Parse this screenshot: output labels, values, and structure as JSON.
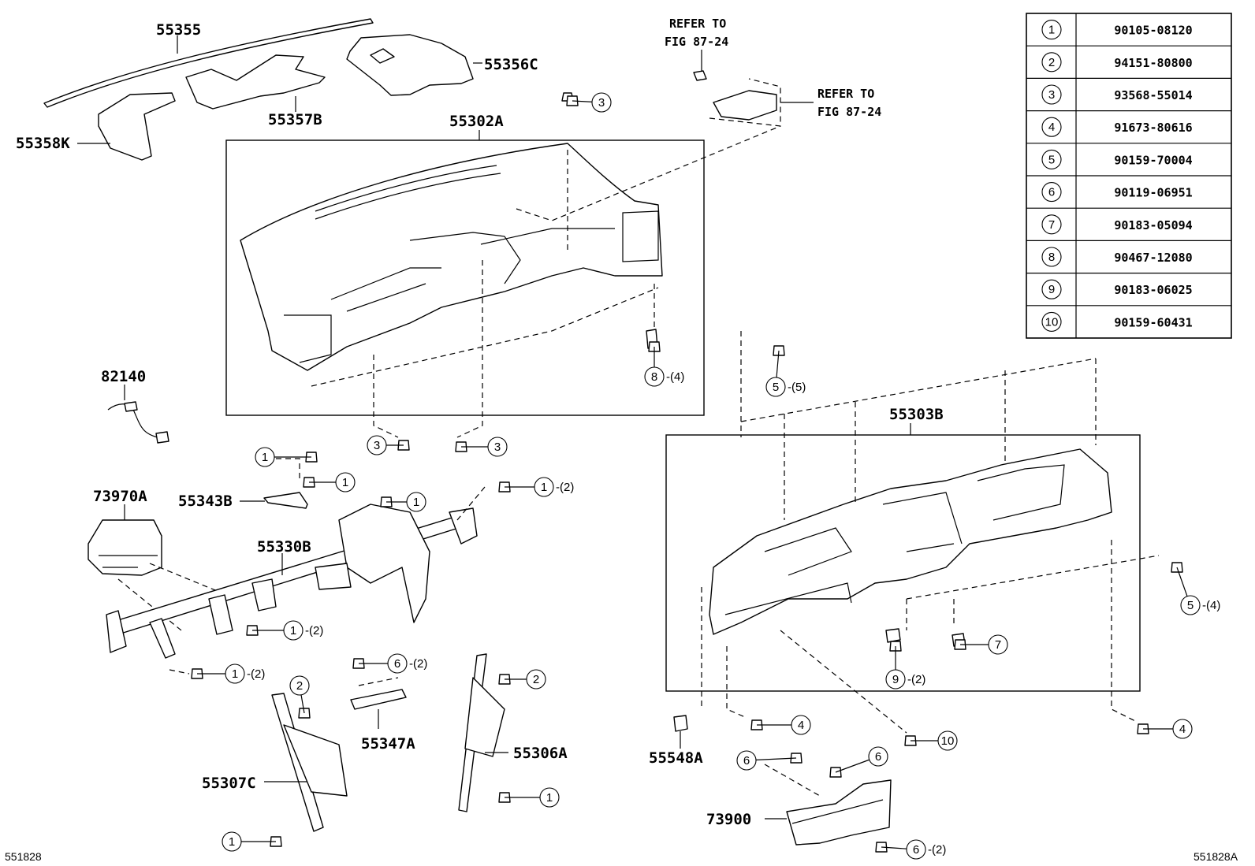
{
  "parts": {
    "p55355": "55355",
    "p55356C": "55356C",
    "p55357B": "55357B",
    "p55358K": "55358K",
    "p55302A": "55302A",
    "p82140": "82140",
    "p73970A": "73970A",
    "p55343B": "55343B",
    "p55330B": "55330B",
    "p55347A": "55347A",
    "p55307C": "55307C",
    "p55306A": "55306A",
    "p55303B": "55303B",
    "p55548A": "55548A",
    "p73900": "73900"
  },
  "refer_notes": {
    "note1_line1": "REFER TO",
    "note1_line2": "FIG 87-24",
    "note2_line1": "REFER TO",
    "note2_line2": "FIG 87-24"
  },
  "callout_qty": {
    "q4": "-(4)",
    "q5": "-(5)",
    "q2": "-(2)"
  },
  "fastener_table": [
    {
      "no": "1",
      "part": "90105-08120"
    },
    {
      "no": "2",
      "part": "94151-80800"
    },
    {
      "no": "3",
      "part": "93568-55014"
    },
    {
      "no": "4",
      "part": "91673-80616"
    },
    {
      "no": "5",
      "part": "90159-70004"
    },
    {
      "no": "6",
      "part": "90119-06951"
    },
    {
      "no": "7",
      "part": "90183-05094"
    },
    {
      "no": "8",
      "part": "90467-12080"
    },
    {
      "no": "9",
      "part": "90183-06025"
    },
    {
      "no": "10",
      "part": "90159-60431"
    }
  ],
  "footer": {
    "left_code": "551828",
    "right_code": "551828A"
  }
}
